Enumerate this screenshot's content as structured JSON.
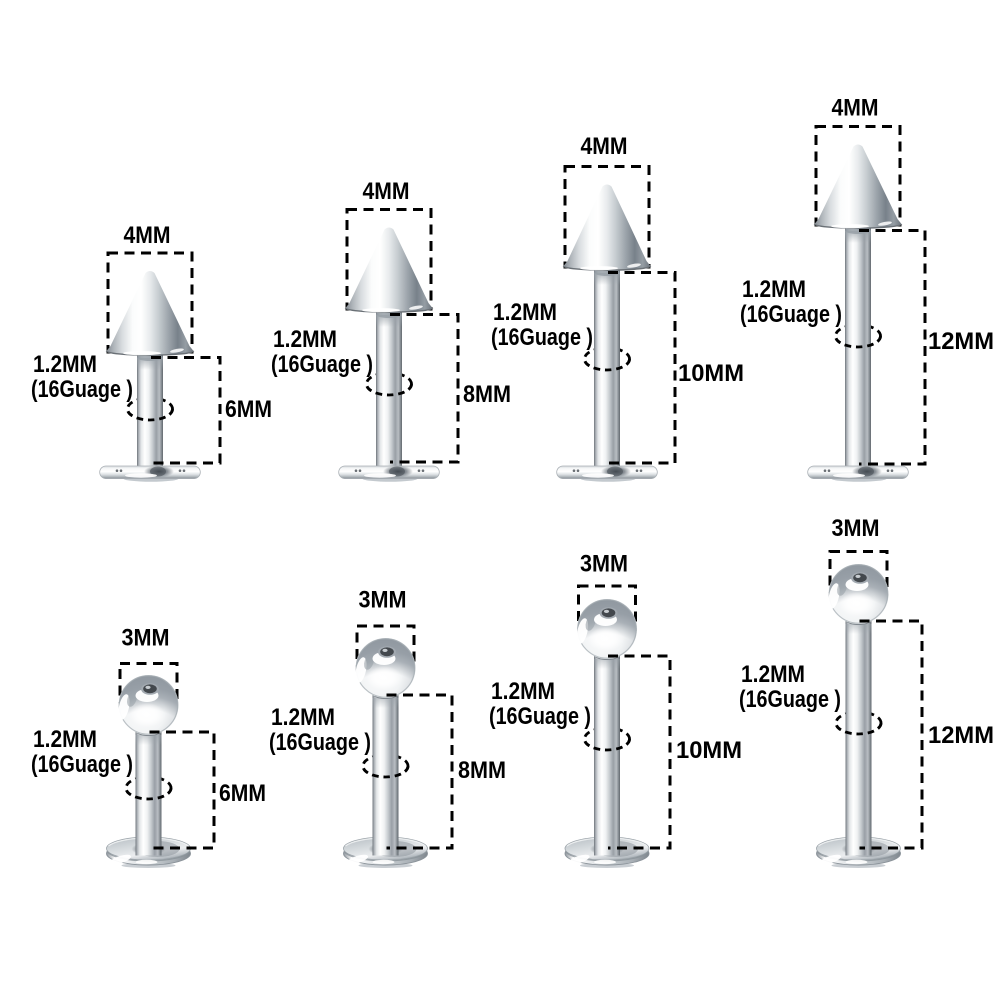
{
  "page": {
    "background": "#ffffff",
    "ink": "#000000",
    "metal_bright": "#ffffff",
    "metal_mid": "#c7ccd0",
    "metal_dark": "#7a8187"
  },
  "studs": [
    {
      "head_type": "cone",
      "head_size": "4MM",
      "gauge_line1": "1.2MM",
      "gauge_line2": "(16Guage )",
      "length_label": "6MM"
    },
    {
      "head_type": "cone",
      "head_size": "4MM",
      "gauge_line1": "1.2MM",
      "gauge_line2": "(16Guage )",
      "length_label": "8MM"
    },
    {
      "head_type": "cone",
      "head_size": "4MM",
      "gauge_line1": "1.2MM",
      "gauge_line2": "(16Guage )",
      "length_label": "10MM"
    },
    {
      "head_type": "cone",
      "head_size": "4MM",
      "gauge_line1": "1.2MM",
      "gauge_line2": "(16Guage )",
      "length_label": "12MM"
    },
    {
      "head_type": "ball",
      "head_size": "3MM",
      "gauge_line1": "1.2MM",
      "gauge_line2": "(16Guage )",
      "length_label": "6MM"
    },
    {
      "head_type": "ball",
      "head_size": "3MM",
      "gauge_line1": "1.2MM",
      "gauge_line2": "(16Guage )",
      "length_label": "8MM"
    },
    {
      "head_type": "ball",
      "head_size": "3MM",
      "gauge_line1": "1.2MM",
      "gauge_line2": "(16Guage )",
      "length_label": "10MM"
    },
    {
      "head_type": "ball",
      "head_size": "3MM",
      "gauge_line1": "1.2MM",
      "gauge_line2": "(16Guage )",
      "length_label": "12MM"
    }
  ]
}
